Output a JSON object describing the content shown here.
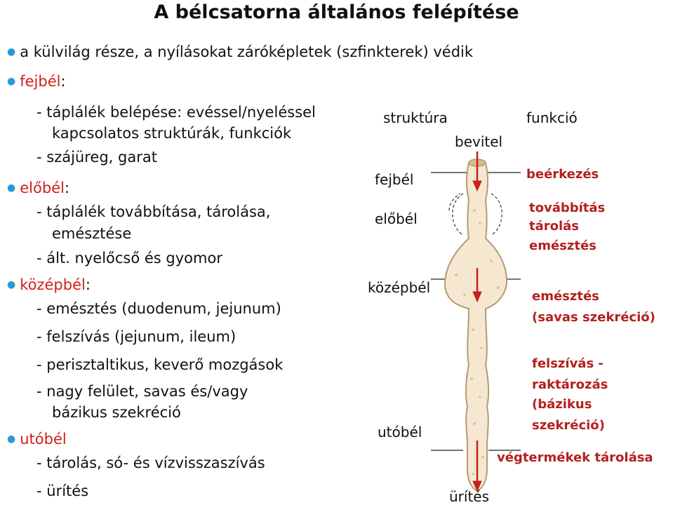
{
  "title": "A bélcsatorna általános felépítése",
  "text": {
    "b1": "a külvilág része, a nyílásokat záróképletek (szfinkterek) védik",
    "fejbel_head": "fejbél",
    "fejbel_colon": ":",
    "fejbel_l1": "- táplálék belépése: evéssel/nyeléssel",
    "fejbel_l2": "kapcsolatos struktúrák, funkciók",
    "fejbel_l3": "- szájüreg, garat",
    "elobel_head": "előbél",
    "elobel_colon": ":",
    "elobel_l1": "- táplálék továbbítása, tárolása,",
    "elobel_l2": "emésztése",
    "elobel_l3": "- ált. nyelőcső és gyomor",
    "kozep_head": "középbél",
    "kozep_colon": ":",
    "kozep_l1": "- emésztés (duodenum, jejunum)",
    "kozep_l2": "- felszívás (jejunum, ileum)",
    "kozep_l3": "- perisztaltikus, keverő mozgások",
    "kozep_l4": "- nagy felület, savas és/vagy",
    "kozep_l5": "bázikus szekréció",
    "uto_head": "utóbél",
    "uto_l1": "- tárolás, só- és vízvisszaszívás",
    "uto_l2": "- ürítés"
  },
  "diagram": {
    "struktura": "struktúra",
    "funkcio": "funkció",
    "bevitel": "bevitel",
    "urites": "ürítés",
    "s_fejbel": "fejbél",
    "s_elobel": "előbél",
    "s_kozepbel": "középbél",
    "s_utobel": "utóbél",
    "f1": "beérkezés",
    "f2a": "továbbítás",
    "f2b": "tárolás",
    "f2c": "emésztés",
    "f3a": "emésztés",
    "f3b": "(savas szekréció)",
    "f4a": "felszívás -",
    "f4b": "raktározás",
    "f4c": "(bázikus",
    "f4d": "szekréció)",
    "f5": "végtermékek tárolása"
  },
  "colors": {
    "bullet": "#2a9ad8",
    "red_heading": "#d0201e",
    "function_text": "#b3201e",
    "tract_fill": "#f6e8d0",
    "tract_stroke": "#b59a74",
    "arrow": "#c8201e"
  }
}
